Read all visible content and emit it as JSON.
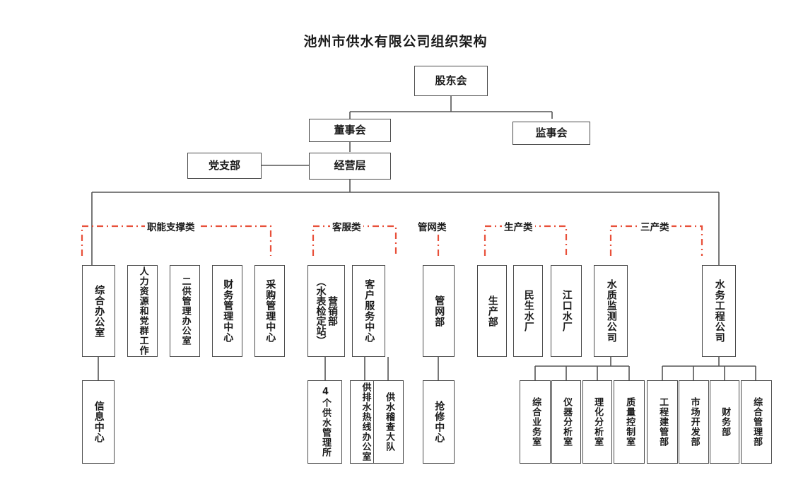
{
  "title": "池州市供水有限公司组织架构",
  "colors": {
    "box_border": "#4a4a4a",
    "connector": "#555555",
    "category_bracket": "#E8503A",
    "background": "#ffffff",
    "text": "#1a1a1a"
  },
  "chart_data": {
    "type": "diagram",
    "title": "池州市供水有限公司组织架构",
    "diagram_kind": "organizational-chart",
    "nodes": [
      {
        "id": "shareholders",
        "label": "股东会",
        "level": 0
      },
      {
        "id": "board",
        "label": "董事会",
        "level": 1
      },
      {
        "id": "supervisors",
        "label": "监事会",
        "level": 1
      },
      {
        "id": "party",
        "label": "党支部",
        "level": 2
      },
      {
        "id": "management",
        "label": "经营层",
        "level": 2
      },
      {
        "id": "d1",
        "label": "综合办公室",
        "level": 3,
        "category": "职能支撑类"
      },
      {
        "id": "d2",
        "label": "人力资源和党群工作",
        "level": 3,
        "category": "职能支撑类"
      },
      {
        "id": "d3",
        "label": "二供管理办公室",
        "level": 3,
        "category": "职能支撑类"
      },
      {
        "id": "d4",
        "label": "财务管理中心",
        "level": 3,
        "category": "职能支撑类"
      },
      {
        "id": "d5",
        "label": "采购管理中心",
        "level": 3,
        "category": "职能支撑类"
      },
      {
        "id": "d6",
        "label": "营销部（水表检定站）",
        "level": 3,
        "category": "客服类"
      },
      {
        "id": "d7",
        "label": "客户服务中心",
        "level": 3,
        "category": "客服类"
      },
      {
        "id": "d8",
        "label": "管网部",
        "level": 3,
        "category": "管网类"
      },
      {
        "id": "d9",
        "label": "生产部",
        "level": 3,
        "category": "生产类"
      },
      {
        "id": "d10",
        "label": "民生水厂",
        "level": 3,
        "category": "生产类"
      },
      {
        "id": "d11",
        "label": "江口水厂",
        "level": 3,
        "category": "生产类"
      },
      {
        "id": "d12",
        "label": "水质监测公司",
        "level": 3,
        "category": "生产类"
      },
      {
        "id": "d13",
        "label": "水务工程公司",
        "level": 3,
        "category": "三产类"
      },
      {
        "id": "s1",
        "label": "信息中心",
        "level": 4,
        "parent": "d1"
      },
      {
        "id": "s2",
        "label": "4个供水管理所",
        "level": 4,
        "parent": "d6"
      },
      {
        "id": "s3",
        "label": "供排水热线办公室",
        "level": 4,
        "parent": "d7"
      },
      {
        "id": "s4",
        "label": "供水稽查大队",
        "level": 4,
        "parent": "d7"
      },
      {
        "id": "s5",
        "label": "抢修中心",
        "level": 4,
        "parent": "d8"
      },
      {
        "id": "s6",
        "label": "综合业务室",
        "level": 4,
        "parent": "d12"
      },
      {
        "id": "s7",
        "label": "仪器分析室",
        "level": 4,
        "parent": "d12"
      },
      {
        "id": "s8",
        "label": "理化分析室",
        "level": 4,
        "parent": "d12"
      },
      {
        "id": "s9",
        "label": "质量控制室",
        "level": 4,
        "parent": "d12"
      },
      {
        "id": "s10",
        "label": "工程建管部",
        "level": 4,
        "parent": "d13"
      },
      {
        "id": "s11",
        "label": "市场开发部",
        "level": 4,
        "parent": "d13"
      },
      {
        "id": "s12",
        "label": "财务部",
        "level": 4,
        "parent": "d13"
      },
      {
        "id": "s13",
        "label": "综合管理部",
        "level": 4,
        "parent": "d13"
      }
    ],
    "categories": [
      "职能支撑类",
      "客服类",
      "管网类",
      "生产类",
      "三产类"
    ],
    "edges": [
      [
        "shareholders",
        "board"
      ],
      [
        "shareholders",
        "supervisors"
      ],
      [
        "board",
        "management"
      ],
      [
        "party",
        "management"
      ],
      [
        "management",
        "d1"
      ],
      [
        "management",
        "d13"
      ],
      [
        "d1",
        "s1"
      ],
      [
        "d6",
        "s2"
      ],
      [
        "d7",
        "s3"
      ],
      [
        "d7",
        "s4"
      ],
      [
        "d8",
        "s5"
      ],
      [
        "d12",
        "s6"
      ],
      [
        "d12",
        "s7"
      ],
      [
        "d12",
        "s8"
      ],
      [
        "d12",
        "s9"
      ],
      [
        "d13",
        "s10"
      ],
      [
        "d13",
        "s11"
      ],
      [
        "d13",
        "s12"
      ],
      [
        "d13",
        "s13"
      ]
    ]
  },
  "top": {
    "shareholders": "股东会",
    "board": "董事会",
    "supervisors": "监事会",
    "party": "党支部",
    "management": "经营层"
  },
  "categories": {
    "functional": "职能支撑类",
    "customer": "客服类",
    "pipeline": "管网类",
    "production": "生产类",
    "tertiary": "三产类"
  },
  "departments": {
    "general_office": "综合办公室",
    "hr_party": "人力资源和党群工作",
    "secondary_supply": "二供管理办公室",
    "finance_center": "财务管理中心",
    "procurement_center": "采购管理中心",
    "marketing_a": "营销部",
    "marketing_b": "（水表检定站）",
    "customer_service": "客户服务中心",
    "pipeline_dept": "管网部",
    "production_dept": "生产部",
    "minsheng_plant": "民生水厂",
    "jiangkou_plant": "江口水厂",
    "water_quality": "水质监测公司",
    "water_engineering": "水务工程公司"
  },
  "sub": {
    "info_center": "信息中心",
    "supply_offices": "4个供水管理所",
    "hotline_office": "供排水热线办公室",
    "inspection_team": "供水稽查大队",
    "repair_center": "抢修中心",
    "general_business": "综合业务室",
    "instrument_lab": "仪器分析室",
    "physchem_lab": "理化分析室",
    "quality_control": "质量控制室",
    "engineering_mgmt": "工程建管部",
    "market_dev": "市场开发部",
    "finance_dept": "财务部",
    "general_mgmt": "综合管理部"
  }
}
